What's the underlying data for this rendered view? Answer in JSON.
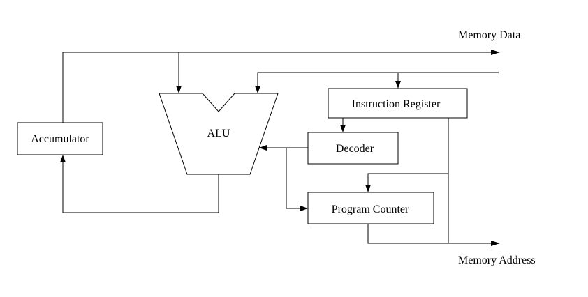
{
  "labels": {
    "memory_data": "Memory Data",
    "memory_address": "Memory Address",
    "accumulator": "Accumulator",
    "alu": "ALU",
    "instruction_register": "Instruction Register",
    "decoder": "Decoder",
    "program_counter": "Program Counter"
  },
  "colors": {
    "background": "#ffffff",
    "stroke": "#000000"
  }
}
